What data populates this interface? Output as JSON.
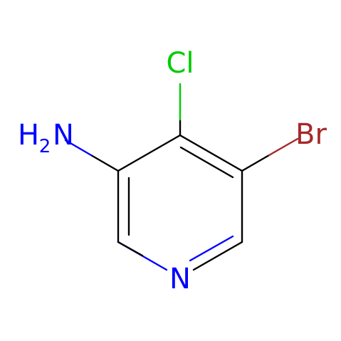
{
  "molecule": {
    "atoms": {
      "cl": {
        "symbol": "Cl",
        "color": "#00cc00"
      },
      "br": {
        "symbol": "Br",
        "color": "#a62929"
      },
      "n_ring": {
        "symbol": "N",
        "color": "#0000ff"
      },
      "amine": {
        "h": "H",
        "h_count": "2",
        "n": "N",
        "color": "#0000ff"
      }
    },
    "bond_color": "#000000"
  }
}
